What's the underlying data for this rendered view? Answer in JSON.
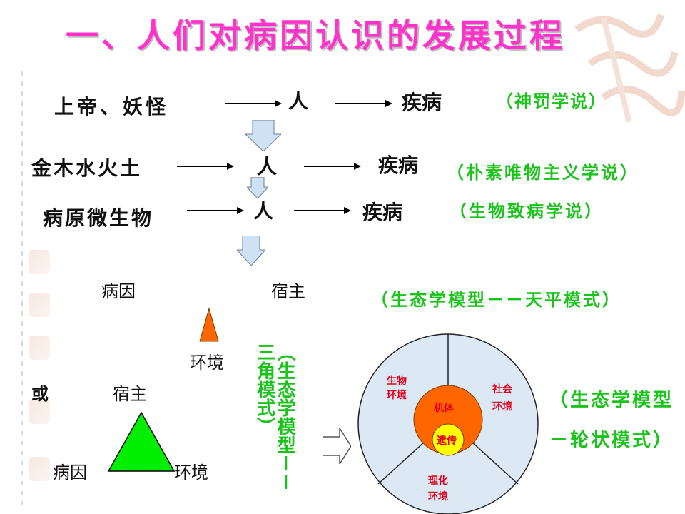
{
  "title": "一、人们对病因认识的发展过程",
  "rows": [
    {
      "cause": "上帝、妖怪",
      "person": "人",
      "disease": "疾病",
      "theory": "（神罚学说）"
    },
    {
      "cause": "金木水火土",
      "person": "人",
      "disease": "疾病",
      "theory": "（朴素唯物主义学说）"
    },
    {
      "cause": "病原微生物",
      "person": "人",
      "disease": "疾病",
      "theory": "（生物致病学说）"
    }
  ],
  "balance": {
    "left": "病因",
    "right": "宿主",
    "fulcrum": "环境",
    "theory": "（生态学模型－－天平模式）"
  },
  "triangle": {
    "or": "或",
    "top": "宿主",
    "left": "病因",
    "right": "环境",
    "theory": "（生态学模型－－三角模式）"
  },
  "wheel": {
    "bio": "生物\n环境",
    "social": "社会\n环境",
    "phys": "理化\n环境",
    "body": "机体",
    "gene": "遗传",
    "theory_line1": "（生态学模型",
    "theory_line2": "－轮状模式）"
  },
  "colors": {
    "title": "#ff33cc",
    "theory_text": "#19c319",
    "triangle": "#00ee00",
    "fulcrum": "#ff6600",
    "wheel_outer": "#dde8f5",
    "wheel_body": "#ff6600",
    "wheel_gene": "#ffff00",
    "wheel_text": "#e0001b",
    "block_arrow": "#cfe2f3"
  },
  "icons": [
    "right-arrow-icon",
    "block-down-arrow-icon",
    "block-right-arrow-icon",
    "logo-seal-icon"
  ]
}
